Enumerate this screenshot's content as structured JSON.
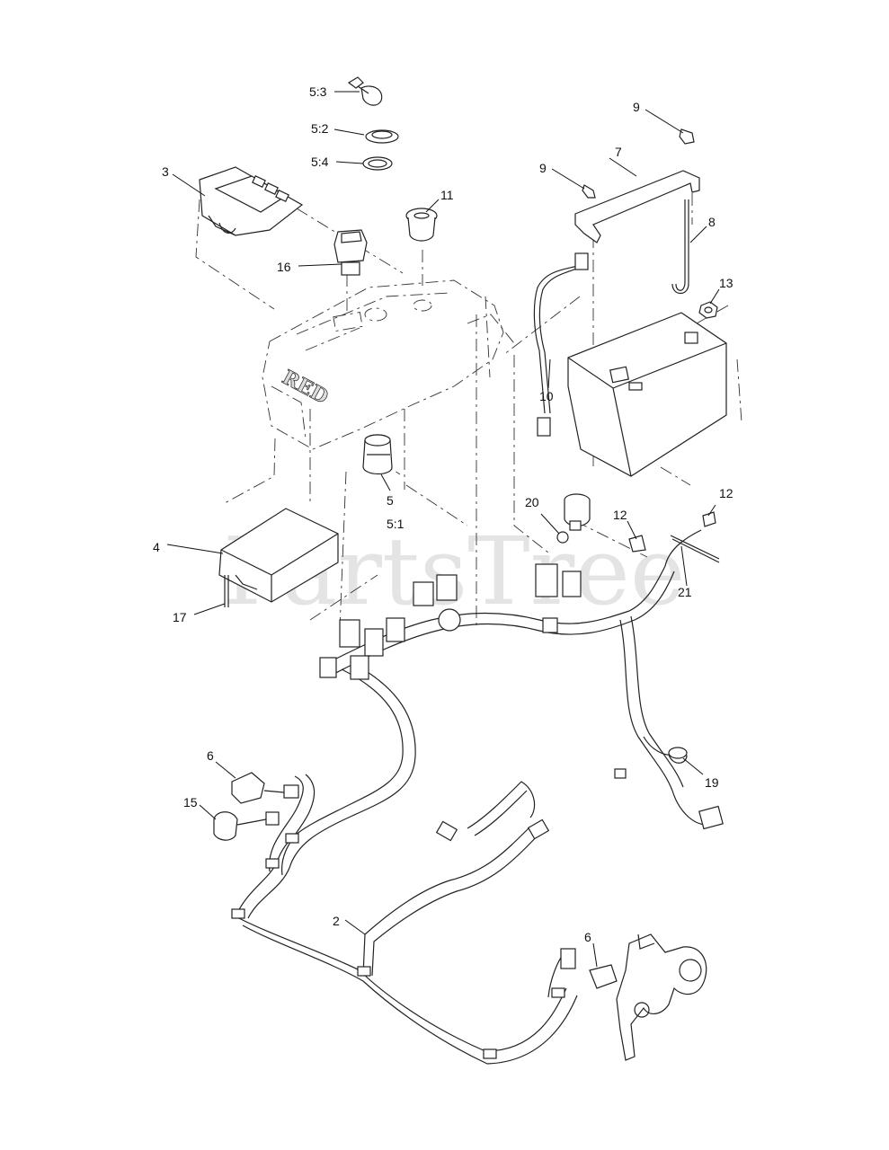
{
  "watermark": "PartsTree",
  "callouts": {
    "c5_3": "5:3",
    "c5_2": "5:2",
    "c5_4": "5:4",
    "c3": "3",
    "c9a": "9",
    "c7": "7",
    "c9b": "9",
    "c11": "11",
    "c8": "8",
    "c16": "16",
    "c13": "13",
    "c10": "10",
    "c5": "5",
    "c5_1": "5:1",
    "c20": "20",
    "c12a": "12",
    "c12b": "12",
    "c4": "4",
    "c21": "21",
    "c17": "17",
    "c6a": "6",
    "c19": "19",
    "c15": "15",
    "c2": "2",
    "c6b": "6"
  }
}
